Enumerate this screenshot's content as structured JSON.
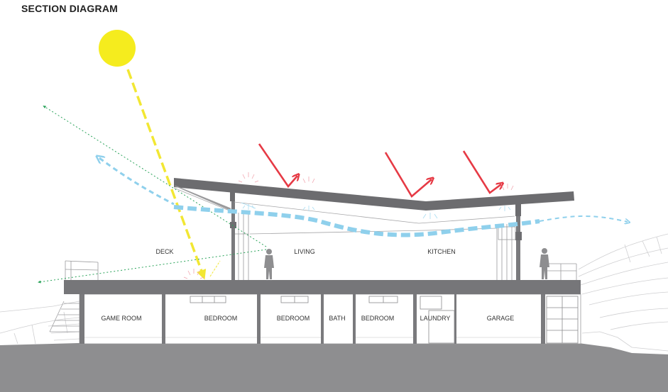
{
  "title": "SECTION DIAGRAM",
  "colors": {
    "sun": "#f5ec1e",
    "sunlight": "#f2e733",
    "breeze": "#8fd0ec",
    "view_line": "#2aa35a",
    "reflect": "#e63a45",
    "structure": "#767679",
    "ground": "#8e8e90"
  },
  "upper_rooms": {
    "deck": "DECK",
    "living": "LIVING",
    "kitchen": "KITCHEN"
  },
  "lower_rooms": {
    "game_room": "GAME ROOM",
    "bedroom_1": "BEDROOM",
    "bedroom_2": "BEDROOM",
    "bath": "BATH",
    "bedroom_3": "BEDROOM",
    "laundry": "LAUNDRY",
    "garage": "GARAGE"
  }
}
